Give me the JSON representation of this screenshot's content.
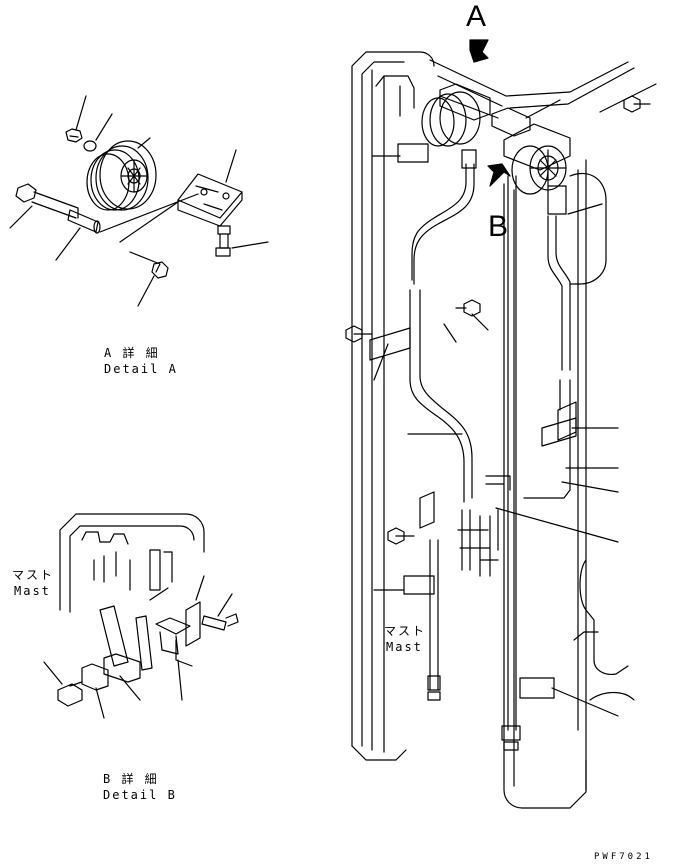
{
  "views": {
    "a": {
      "jp": "A 詳 細",
      "en": "Detail A"
    },
    "b": {
      "jp": "B 詳 細",
      "en": "Detail B"
    }
  },
  "arrows": {
    "a": "A",
    "b": "B"
  },
  "mast_left": {
    "jp": "マスト",
    "en": "Mast"
  },
  "mast_right": {
    "jp": "マスト",
    "en": "Mast"
  },
  "drawing_code": "PWF7021"
}
